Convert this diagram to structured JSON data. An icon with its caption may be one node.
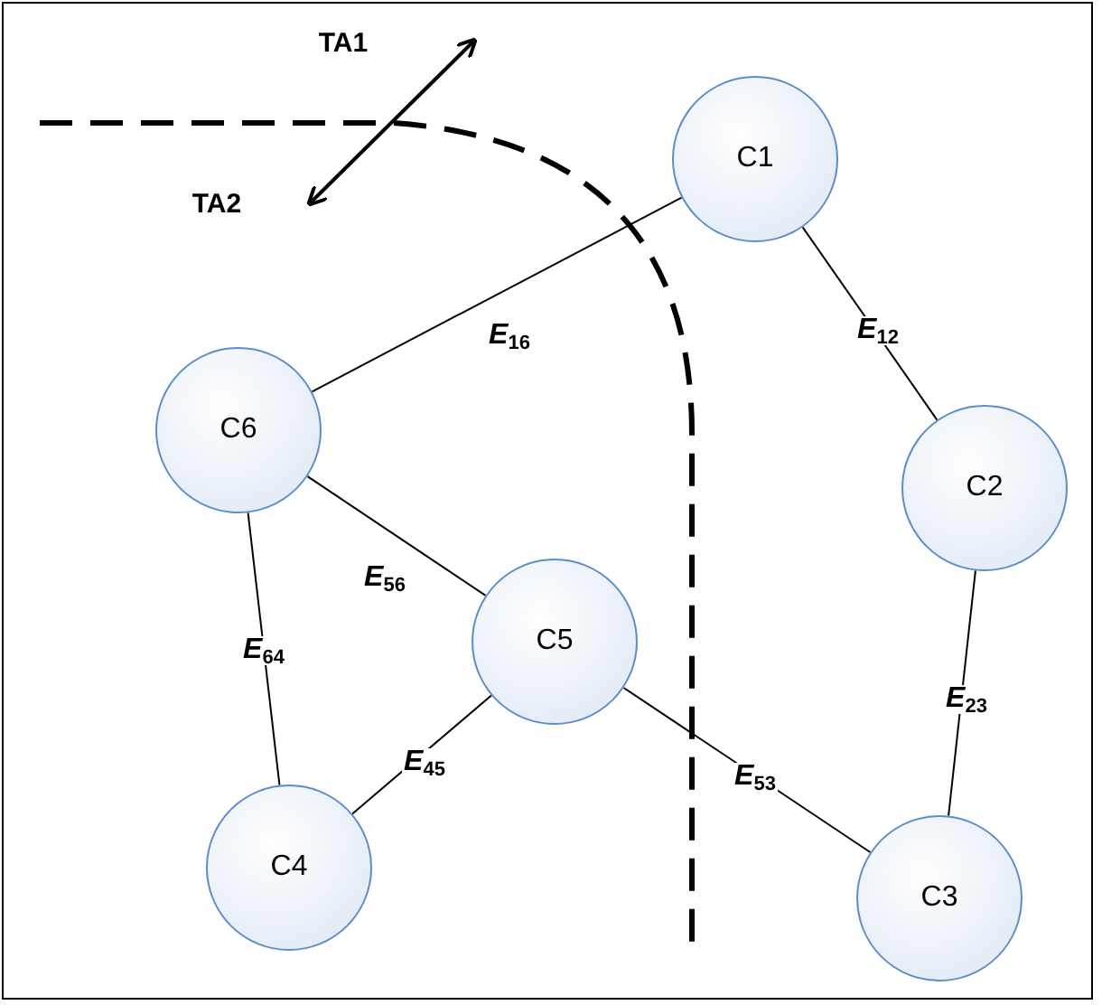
{
  "diagram": {
    "nodes": [
      {
        "text": [
          "C1"
        ]
      },
      {
        "text": [
          "C2"
        ]
      },
      {
        "text": [
          "C3"
        ]
      },
      {
        "text": [
          "C4"
        ]
      },
      {
        "text": [
          "C5"
        ]
      },
      {
        "text": [
          "C6"
        ]
      }
    ],
    "edges": [
      {
        "from": 0,
        "to": 1,
        "arrow": "none",
        "label": "*E*$_{12}$"
      },
      {
        "from": 1,
        "to": 2,
        "arrow": "none",
        "label": "*E*$_{23}$"
      },
      {
        "from": 4,
        "to": 2,
        "arrow": "none",
        "label": "*E*$_{53}$"
      },
      {
        "from": 3,
        "to": 4,
        "arrow": "none",
        "label": "*E*$_{45}$"
      },
      {
        "from": 5,
        "to": 3,
        "arrow": "none",
        "label": "*E*$_{64}$"
      },
      {
        "from": 5,
        "to": 4,
        "arrow": "none",
        "label": "*E*$_{56}$"
      },
      {
        "from": 5,
        "to": 0,
        "arrow": "none",
        "label": "*E*$_{16}$"
      }
    ],
    "labels": [
      "TA1",
      "TA2"
    ]
  }
}
